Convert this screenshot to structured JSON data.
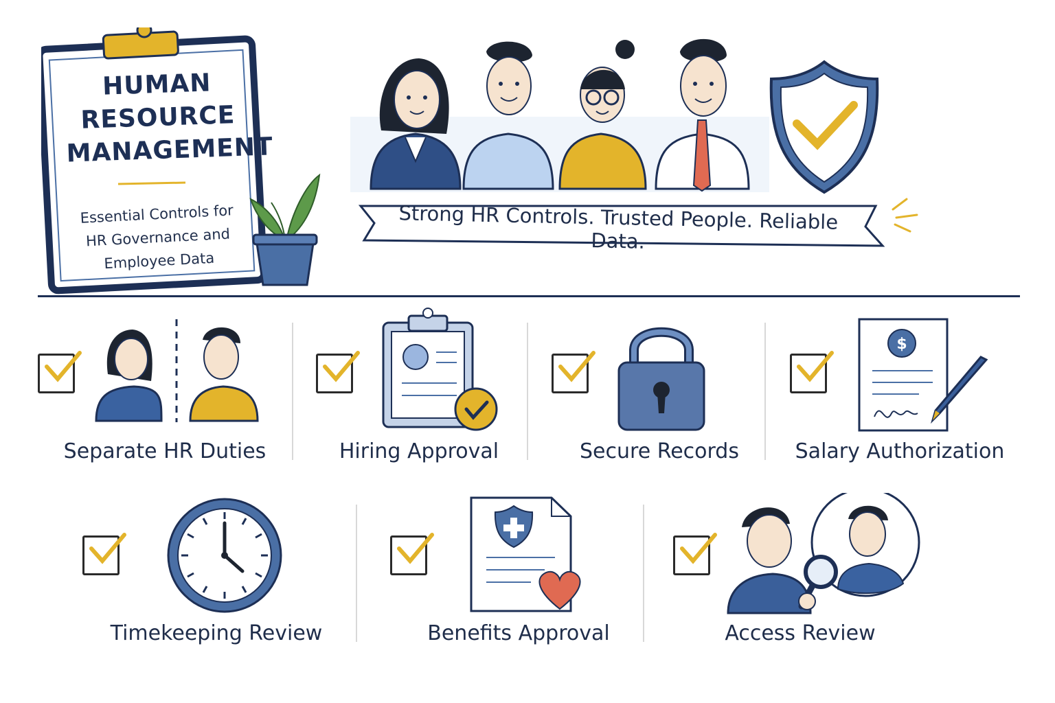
{
  "header": {
    "title": [
      "HUMAN",
      "RESOURCE",
      "MANAGEMENT"
    ],
    "subtitle": [
      "Essential Controls for",
      "HR Governance and",
      "Employee Data"
    ],
    "banner": "Strong HR Controls. Trusted People. Reliable Data."
  },
  "controls": [
    {
      "label": "Separate HR Duties",
      "icon": "segregated-people-icon"
    },
    {
      "label": "Hiring Approval",
      "icon": "clipboard-approval-icon"
    },
    {
      "label": "Secure Records",
      "icon": "padlock-icon"
    },
    {
      "label": "Salary Authorization",
      "icon": "salary-document-pen-icon"
    },
    {
      "label": "Timekeeping Review",
      "icon": "clock-icon"
    },
    {
      "label": "Benefits Approval",
      "icon": "benefits-document-icon"
    },
    {
      "label": "Access Review",
      "icon": "magnifier-person-icon"
    }
  ],
  "colors": {
    "navy": "#1d2f55",
    "blue": "#4a6fa5",
    "gold": "#e3b42b",
    "red": "#e06a52"
  }
}
